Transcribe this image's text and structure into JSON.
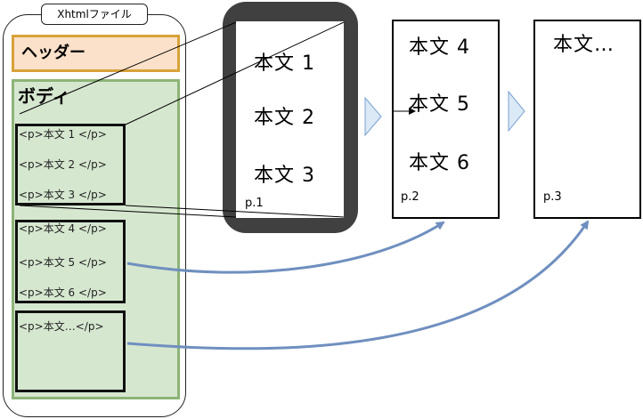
{
  "file": {
    "title": "Xhtmlファイル",
    "header_label": "ヘッダー",
    "body_label": "ボディ",
    "groups": [
      {
        "lines": [
          "<p>本文 1 </p>",
          "<p>本文 2 </p>",
          "<p>本文 3 </p>"
        ]
      },
      {
        "lines": [
          "<p>本文 4 </p>",
          "<p>本文 5 </p>",
          "<p>本文 6 </p>"
        ]
      },
      {
        "lines": [
          "<p>本文…</p>"
        ]
      }
    ]
  },
  "pages": [
    {
      "lines": [
        "本文 1",
        "本文 2",
        "本文 3"
      ],
      "label": "p.1"
    },
    {
      "lines": [
        "本文 4",
        "本文 5",
        "本文 6"
      ],
      "label": "p.2"
    },
    {
      "lines": [
        "本文…"
      ],
      "label": "p.3"
    }
  ],
  "colors": {
    "header_fill": "#fbe1c9",
    "header_border": "#d8a23a",
    "body_fill": "#d6e7d0",
    "body_border": "#8cb477",
    "phone": "#404040",
    "arrow": "#6f8fbf",
    "chevron_fill": "#dbe8f6",
    "chevron_stroke": "#7aa2d0"
  }
}
